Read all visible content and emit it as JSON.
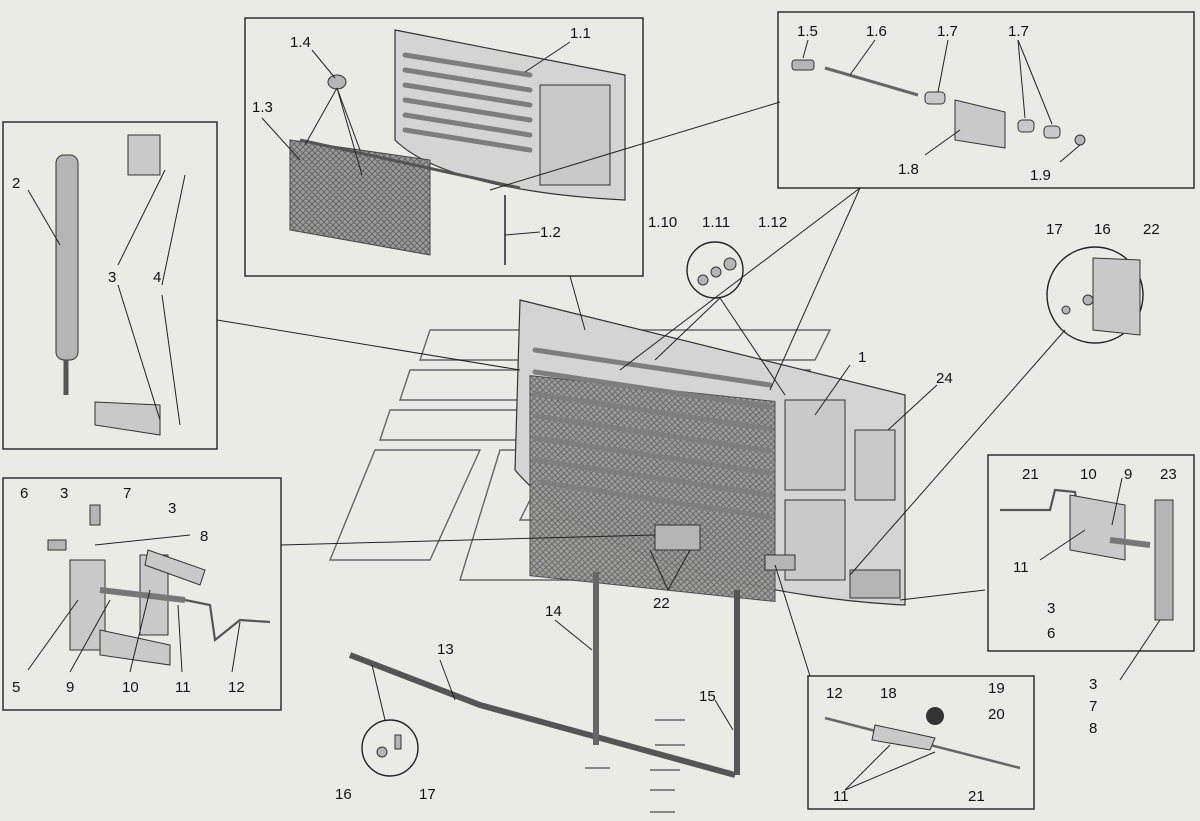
{
  "callouts": {
    "p1_1": "1.1",
    "p1_2": "1.2",
    "p1_3": "1.3",
    "p1_4": "1.4",
    "p1_5": "1.5",
    "p1_6": "1.6",
    "p1_7a": "1.7",
    "p1_7b": "1.7",
    "p1_8": "1.8",
    "p1_9": "1.9",
    "p1_10": "1.10",
    "p1_11": "1.11",
    "p1_12": "1.12",
    "p1": "1",
    "p2": "2",
    "p3_strut": "3",
    "p4": "4",
    "p3_hinge_a": "3",
    "p3_hinge_b": "3",
    "p5": "5",
    "p6": "6",
    "p7": "7",
    "p8": "8",
    "p9": "9",
    "p10": "10",
    "p11": "11",
    "p12": "12",
    "p13": "13",
    "p14": "14",
    "p15": "15",
    "p16_rod": "16",
    "p17_rod": "17",
    "p17_top": "17",
    "p16_top": "16",
    "p22_top": "22",
    "p22_mid": "22",
    "p24": "24",
    "r21": "21",
    "r10": "10",
    "r9": "9",
    "r23": "23",
    "r11": "11",
    "r3": "3",
    "r6": "6",
    "s3": "3",
    "s7": "7",
    "s8": "8",
    "b12": "12",
    "b18": "18",
    "b19": "19",
    "b20": "20",
    "b11": "11",
    "b21": "21"
  },
  "colors": {
    "background": "#ebebe6",
    "line": "#222222",
    "metal": "#c9c9c9",
    "dark_metal": "#8a8a8a"
  }
}
